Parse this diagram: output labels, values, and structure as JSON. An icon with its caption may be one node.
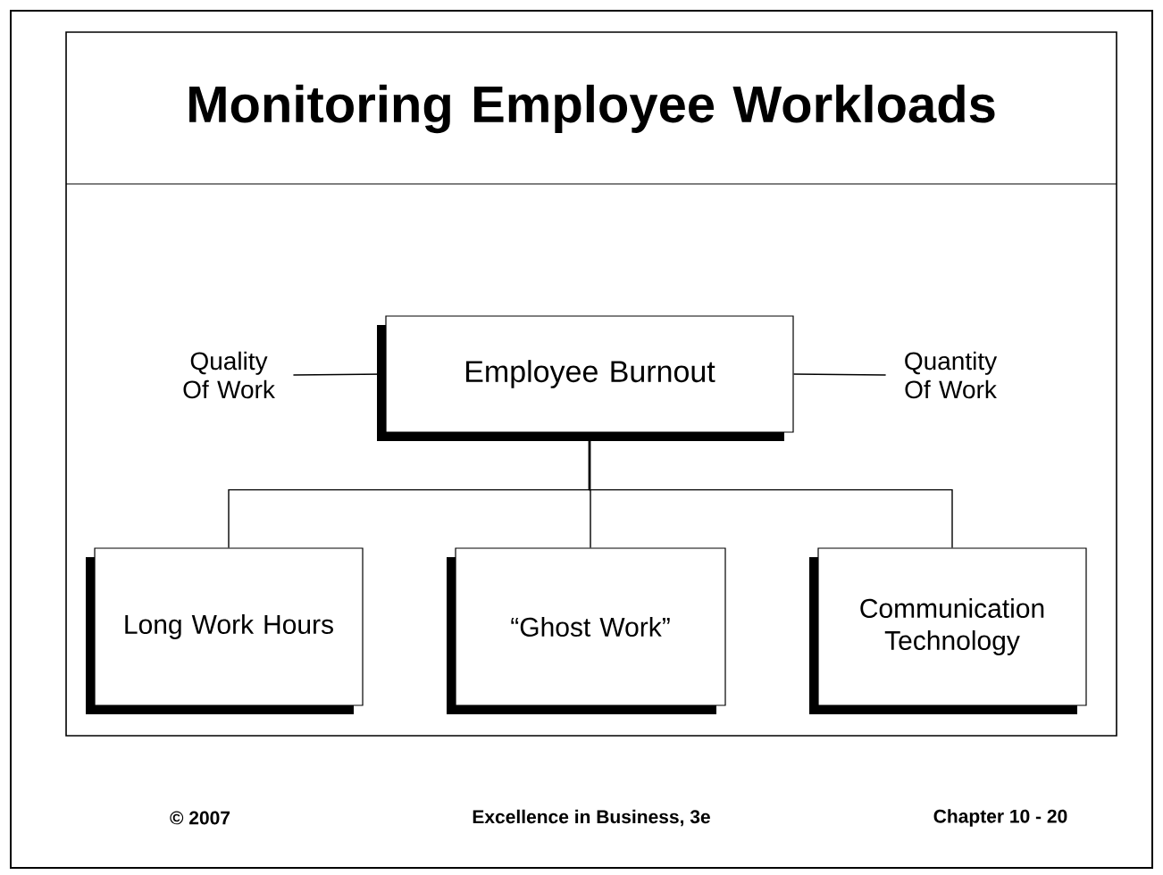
{
  "diagram": {
    "title": "Monitoring Employee Workloads",
    "nodes": [
      {
        "text": [
          "Quality Of Work"
        ]
      },
      {
        "text": [
          "Employee Burnout"
        ]
      },
      {
        "text": [
          "Quantity Of Work"
        ]
      },
      {
        "text": [
          "Long Work Hours"
        ]
      },
      {
        "text": [
          "“Ghost Work”"
        ]
      },
      {
        "text": [
          "Communication Technology"
        ]
      }
    ],
    "edges": [
      {
        "from": 0,
        "to": 1,
        "arrow": "none"
      },
      {
        "from": 1,
        "to": 2,
        "arrow": "none"
      },
      {
        "from": 1,
        "to": 3,
        "arrow": "none"
      },
      {
        "from": 1,
        "to": 4,
        "arrow": "none"
      },
      {
        "from": 1,
        "to": 5,
        "arrow": "none"
      }
    ],
    "labels": [
      "© 2007",
      "Excellence in Business, 3e",
      "Chapter 10 - 20"
    ]
  }
}
